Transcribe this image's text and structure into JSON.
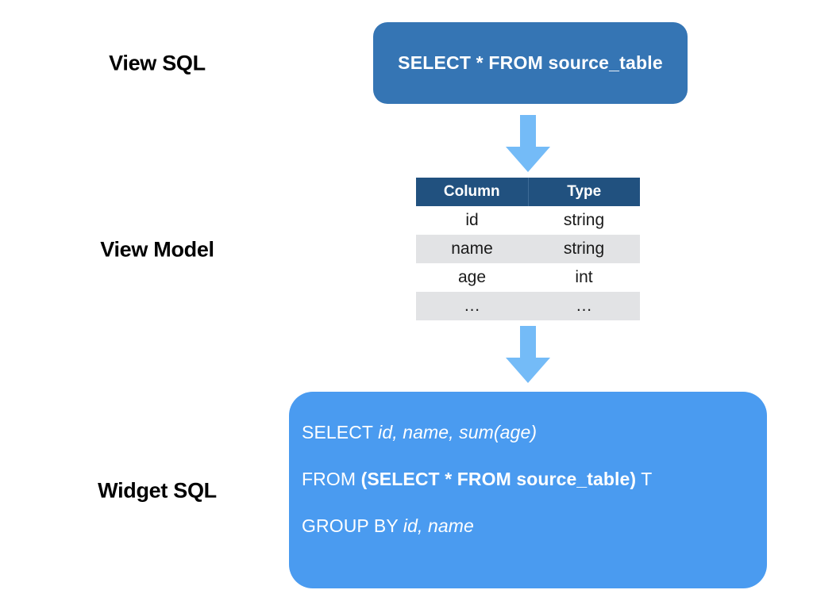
{
  "diagram": {
    "title": "View SQL to View Model to Widget SQL flow",
    "colors": {
      "view_sql_box": "#3575b4",
      "table_header": "#21517f",
      "table_row_alt": "#e2e3e5",
      "widget_sql_box": "#4a9bf0",
      "arrow": "#74bbf7",
      "label_text": "#000000"
    }
  },
  "labels": {
    "view_sql": "View SQL",
    "view_model": "View Model",
    "widget_sql": "Widget SQL"
  },
  "view_sql": {
    "query": "SELECT * FROM source_table"
  },
  "arrows": {
    "top": "down-arrow",
    "bottom": "down-arrow"
  },
  "view_model": {
    "headers": [
      "Column",
      "Type"
    ],
    "rows": [
      [
        "id",
        "string"
      ],
      [
        "name",
        "string"
      ],
      [
        "age",
        "int"
      ],
      [
        "…",
        "…"
      ]
    ]
  },
  "widget_sql": {
    "line1": {
      "keyword": "SELECT ",
      "columns": "id, name, sum(age)"
    },
    "line2": {
      "keyword": "FROM ",
      "subquery": "(SELECT * FROM source_table)",
      "alias": " T"
    },
    "line3": {
      "keyword": "GROUP BY ",
      "columns": "id, name"
    }
  }
}
